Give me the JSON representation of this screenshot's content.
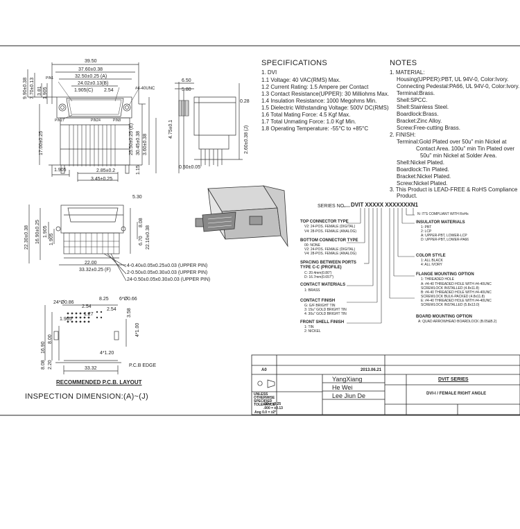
{
  "specifications": {
    "title": "SPECIFICATIONS",
    "lines": [
      "1. DVI",
      "1.1 Voltage: 40 VAC(RMS) Max.",
      "1.2 Current Rating: 1.5 Ampere per Contact",
      "1.3 Contact Resistance(UPPER): 30 Milliohms Max.",
      "1.4 Insulation Resistance: 1000 Megohms Min.",
      "1.5 Dielectric Withstanding Voltage: 500V DC(RMS)",
      "1.6 Total Mating Force: 4.5 Kgf Max.",
      "1.7 Total Unmating Force: 1.0 Kgf Min.",
      "1.8 Operating Temperature: -55°C to +85°C"
    ]
  },
  "notes": {
    "title": "NOTES",
    "lines": [
      "1. MATERIAL:",
      "Housing(UPPER):PBT, UL 94V-0, Color:Ivory.",
      "Connecting Pedestal:PA66, UL 94V-0, Color:Ivory.",
      "Terminal:Brass.",
      "Shell:SPCC.",
      "Shell:Stainless Steel.",
      "Boardlock:Brass.",
      "Bracket:Zinc Alloy.",
      "Screw:Free-cutting Brass.",
      "2. FINISH:",
      "Terminal:Gold Plated over 50u\" min Nickel at",
      "Contact Area. 100u\" min Tin Plated over",
      "50u\" min Nickel at Solder Area.",
      "Shell:Nickel Plated.",
      "Boardlock:Tin Plated.",
      "Bracket:Nickel Plated.",
      "Screw:Nickel Plated.",
      "3. This Product is LEAD-FREE & RoHS Compliance",
      "Product."
    ]
  },
  "part_number": {
    "series_label": "SERIES NO.",
    "code": "DVIT XXXXX XXXXXXXN1",
    "rohs_note": "N: IT'S COMPLIANT WITH RoHs",
    "left_groups": [
      {
        "title": "TOP CONNECTOR TYPE",
        "options": [
          "V2: 24-POS. FEMALE (DIGITAL)",
          "V4: 28-POS. FEMALE (ANALOG)"
        ]
      },
      {
        "title": "BOTTOM CONNECTOR TYPE",
        "options": [
          "00: NONE",
          "V2: 24-POS. FEMALE (DIGITAL)",
          "V4: 28-POS. FEMALE (ANALOG)"
        ]
      },
      {
        "title": "SPACING BETWEEN PORTS TYPE C-C (PROFILE)",
        "options": [
          "C: 20.4mm(0.80\")",
          "D: 16.7mm(0.657\")"
        ]
      },
      {
        "title": "CONTACT MATERIALS",
        "options": [
          "1: BRASS"
        ]
      },
      {
        "title": "CONTACT FINISH",
        "options": [
          "G: G/F BRIGHT TIN",
          "3: 15u\" GOLD BRIGHT TIN",
          "4: 30u\" GOLD BRIGHT TIN"
        ]
      },
      {
        "title": "FRONT SHELL FINISH",
        "options": [
          "1: TIN",
          "2: NICKEL"
        ]
      }
    ],
    "right_groups": [
      {
        "title": "INSULATOR MATERIALS",
        "options": [
          "1: PBT",
          "2: LCP",
          "A: UPPER-PBT, LOWER-LCP",
          "D: UPPER-PBT, LOWER-PA66"
        ]
      },
      {
        "title": "COLOR STYLE",
        "options": [
          "1: ALL BLACK",
          "4: ALL IVORY"
        ]
      },
      {
        "title": "FLANGE MOUNTING OPTION",
        "options": [
          "1: THREADED HOLE",
          "A: #4-40 THREADED HOLE WITH #4-40UNC SCREWLOCK INSTALLED (4.8x11.8)",
          "B: #4-40 THREADED HOLE WITH #4-40UNC SCREWLOCK BULK-PACKED (4.8x11.8)",
          "E: #4-40 THREADED HOLE WITH #4-40UNC SCREWLOCK INSTALLED (5.8x13.0)"
        ]
      },
      {
        "title": "BOARD MOUNTING OPTION",
        "options": [
          "A: QUAD ARROWHEAD BOARDLOCK (B.05&B.2)"
        ]
      }
    ]
  },
  "dimensions": {
    "top_view": {
      "overall_width": "39.50",
      "flange_width": "37.60±0.38",
      "screw_span": "32.50±0.25 (A)",
      "pin_span": "24.02±0.13(B)",
      "pitch": "1.905(C)",
      "hole_spacing": "2.54",
      "screw_label": "#4-40UNC",
      "pin1": "PIN1",
      "pin17": "PIN17",
      "pin24": "PIN24",
      "pin8": "PIN8",
      "left_v1": "9.90±0.38",
      "left_v2": "7.70±0.13",
      "left_v3": "3.81",
      "left_v4": "1.905",
      "left_v5": "17.00±0.25",
      "right_v1": "25.50±0.25 (E)",
      "right_v2": "30.45±0.38",
      "right_v3": "3.60±0.38",
      "right_v4": "1.15",
      "bottom_1": "1.905",
      "bottom_2": "2.85±0.2",
      "bottom_3": "3.45±0.25"
    },
    "side_view": {
      "d1": "6.50",
      "d2": "5.80",
      "d3": "0.28",
      "d4": "4.75±0.1",
      "d5": "2.60±0.38 (J)",
      "d6": "0.50±0.05"
    },
    "front_view": {
      "d1": "5.30",
      "left_1": "22.30±0.38",
      "left_2": "16.90±0.25",
      "left_3": "1.905",
      "left_4": "1.905",
      "right_1": "8.08",
      "right_2": "22.10±0.38",
      "right_3": "6.70",
      "bottom_1": "22.00",
      "bottom_2": "33.32±0.25 (F)",
      "pins_1": "4-0.40±0.05x0.25±0.03 (UPPER PIN)",
      "pins_2": "2-0.50±0.05x0.30±0.03 (UPPER PIN)",
      "pins_3": "24-0.50±0.05x0.30±0.03 (UPPER PIN)"
    },
    "pcb_layout": {
      "d1": "24*Ø0.86",
      "d2": "8.25",
      "d3": "6*Ø0.66",
      "d4": "2.54",
      "d5": "1.27",
      "d6": "2.54",
      "d7": "3.58",
      "d8": "1.905",
      "d9": "4*1.00",
      "d10": "16.90",
      "d11": "8.00",
      "d12": "8.08",
      "d13": "2.20",
      "d14": "4*1.20",
      "d15": "33.32",
      "edge": "P.C.B EDGE",
      "title": "RECOMMENDED P.C.B. LAYOUT"
    },
    "inspection": "INSPECTION DIMENSION:(A)~(J)"
  },
  "title_block": {
    "rev": "A0",
    "date": "2013.06.21",
    "series": "DVIT SERIES",
    "description": "DVI-I / FEMALE RIGHT ANGLE",
    "drawn": "YangXiang",
    "checked": "He Wei",
    "approved": "Lee Jiun De",
    "tolerance_header": "UNLESS OTHERWISE SPECIFIED TOLERANCE",
    "tol_1": ".00 = ±0.25",
    "tol_2": ".000 = ±0.13",
    "tol_3": "Ang  0.0 = ±2°"
  }
}
